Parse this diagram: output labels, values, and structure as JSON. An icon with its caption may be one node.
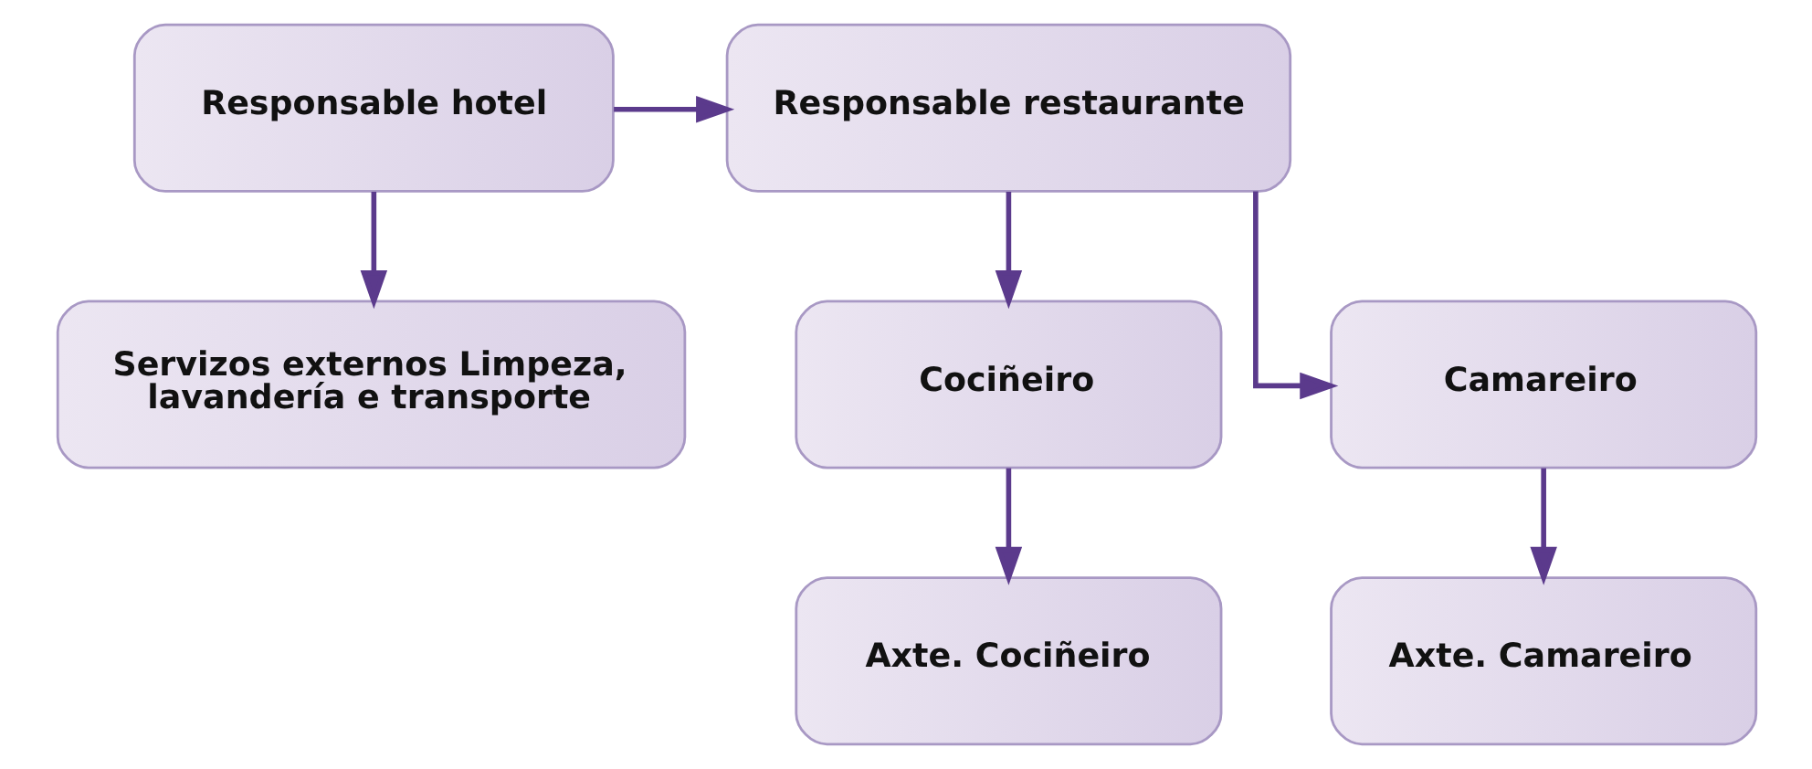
{
  "diagram": {
    "nodes": [
      {
        "text": [
          "Responsable hotel"
        ]
      },
      {
        "text": [
          "Responsable restaurante"
        ]
      },
      {
        "text": [
          "Servizos externos Limpeza, lavandería e transporte"
        ]
      },
      {
        "text": [
          "Cociñeiro"
        ]
      },
      {
        "text": [
          "Camareiro"
        ]
      },
      {
        "text": [
          "Axte. Cociñeiro"
        ]
      },
      {
        "text": [
          "Axte. Camareiro"
        ]
      }
    ],
    "edges": [
      {
        "from": 0,
        "to": 1,
        "arrow": "to"
      },
      {
        "from": 0,
        "to": 2,
        "arrow": "to"
      },
      {
        "from": 1,
        "to": 3,
        "arrow": "to"
      },
      {
        "from": 1,
        "to": 4,
        "arrow": "to"
      },
      {
        "from": 3,
        "to": 5,
        "arrow": "to"
      },
      {
        "from": 4,
        "to": 6,
        "arrow": "to"
      }
    ]
  }
}
